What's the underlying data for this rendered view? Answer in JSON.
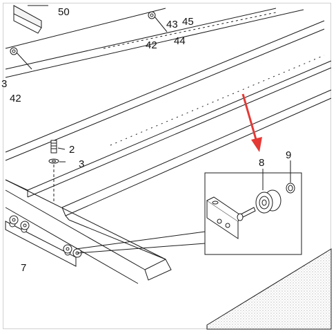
{
  "diagram": {
    "callouts": [
      {
        "id": "c50",
        "text": "50"
      },
      {
        "id": "c43",
        "text": "43"
      },
      {
        "id": "c45",
        "text": "45"
      },
      {
        "id": "c44",
        "text": "44"
      },
      {
        "id": "c42a",
        "text": "42"
      },
      {
        "id": "c42b",
        "text": "42"
      },
      {
        "id": "c3top",
        "text": "3"
      },
      {
        "id": "c2",
        "text": "2"
      },
      {
        "id": "c3",
        "text": "3"
      },
      {
        "id": "c8",
        "text": "8"
      },
      {
        "id": "c9",
        "text": "9"
      },
      {
        "id": "c7",
        "text": "7"
      }
    ],
    "colors": {
      "line": "#1a1a1a",
      "arrow": "#e53935",
      "border": "#d0d0d0"
    }
  }
}
